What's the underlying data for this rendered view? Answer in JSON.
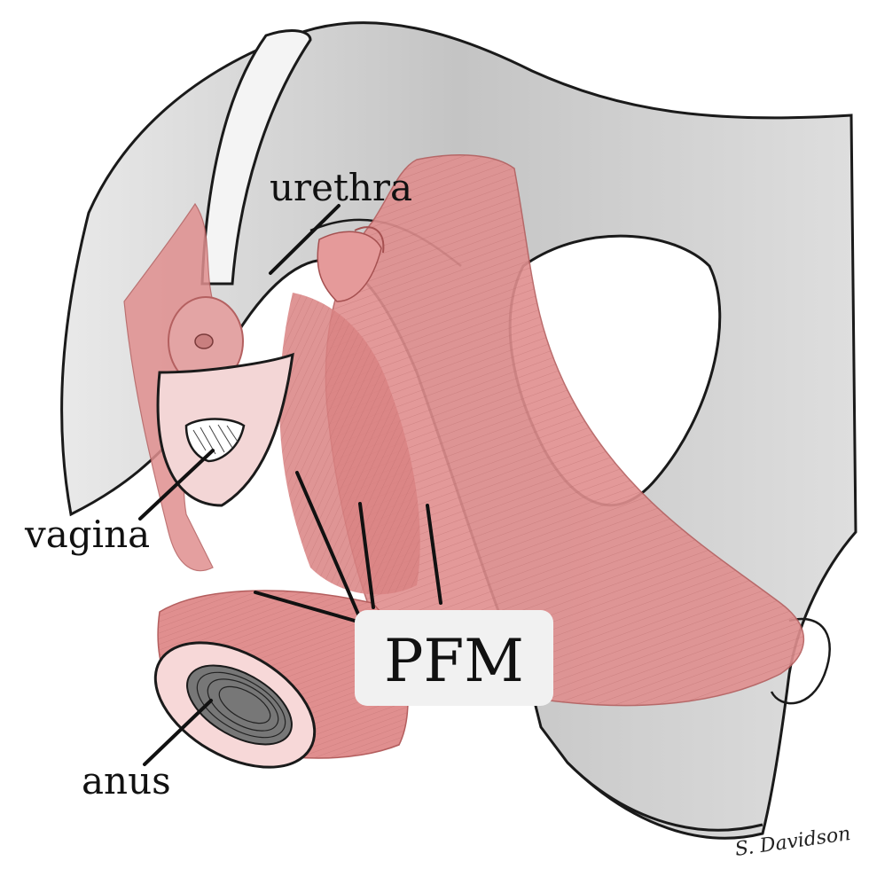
{
  "labels": {
    "urethra": "urethra",
    "vagina": "vagina",
    "anus": "anus",
    "pfm": "PFM"
  },
  "signature": "S. Davidson",
  "colors": {
    "muscle": "#e08f8f",
    "muscle_dark": "#b45e5e",
    "muscle_light": "#f0c4c4",
    "pelvis_gray": "#c9c9c9",
    "pelvis_light": "#ececec",
    "outline": "#1a1a1a",
    "pfm_box": "#f1f1f1"
  }
}
